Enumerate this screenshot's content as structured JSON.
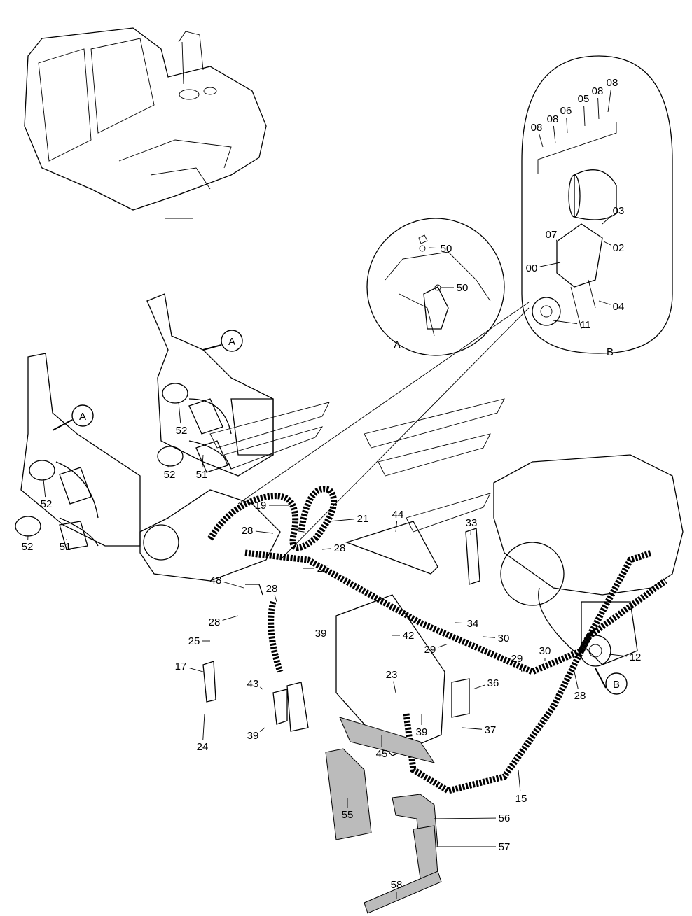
{
  "diagram": {
    "type": "exploded parts diagram",
    "detail_views": [
      "A",
      "B"
    ],
    "callouts": [
      {
        "text": "50"
      },
      {
        "text": "50"
      },
      {
        "text": "A"
      },
      {
        "text": "B"
      },
      {
        "text": "08"
      },
      {
        "text": "08"
      },
      {
        "text": "06"
      },
      {
        "text": "05"
      },
      {
        "text": "08"
      },
      {
        "text": "08"
      },
      {
        "text": "03"
      },
      {
        "text": "07"
      },
      {
        "text": "02"
      },
      {
        "text": "00"
      },
      {
        "text": "04"
      },
      {
        "text": "11"
      },
      {
        "text": "52"
      },
      {
        "text": "52"
      },
      {
        "text": "51"
      },
      {
        "text": "52"
      },
      {
        "text": "52"
      },
      {
        "text": "51"
      },
      {
        "text": "19"
      },
      {
        "text": "21"
      },
      {
        "text": "28"
      },
      {
        "text": "28"
      },
      {
        "text": "44"
      },
      {
        "text": "33"
      },
      {
        "text": "25"
      },
      {
        "text": "48"
      },
      {
        "text": "28"
      },
      {
        "text": "28"
      },
      {
        "text": "39"
      },
      {
        "text": "42"
      },
      {
        "text": "34"
      },
      {
        "text": "30"
      },
      {
        "text": "29"
      },
      {
        "text": "29"
      },
      {
        "text": "30"
      },
      {
        "text": "12"
      },
      {
        "text": "28"
      },
      {
        "text": "25"
      },
      {
        "text": "17"
      },
      {
        "text": "43"
      },
      {
        "text": "23"
      },
      {
        "text": "36"
      },
      {
        "text": "37"
      },
      {
        "text": "39"
      },
      {
        "text": "39"
      },
      {
        "text": "24"
      },
      {
        "text": "45"
      },
      {
        "text": "15"
      },
      {
        "text": "55"
      },
      {
        "text": "56"
      },
      {
        "text": "57"
      },
      {
        "text": "58"
      }
    ],
    "circled_refs": [
      {
        "text": "A"
      },
      {
        "text": "A"
      },
      {
        "text": "B"
      }
    ]
  }
}
